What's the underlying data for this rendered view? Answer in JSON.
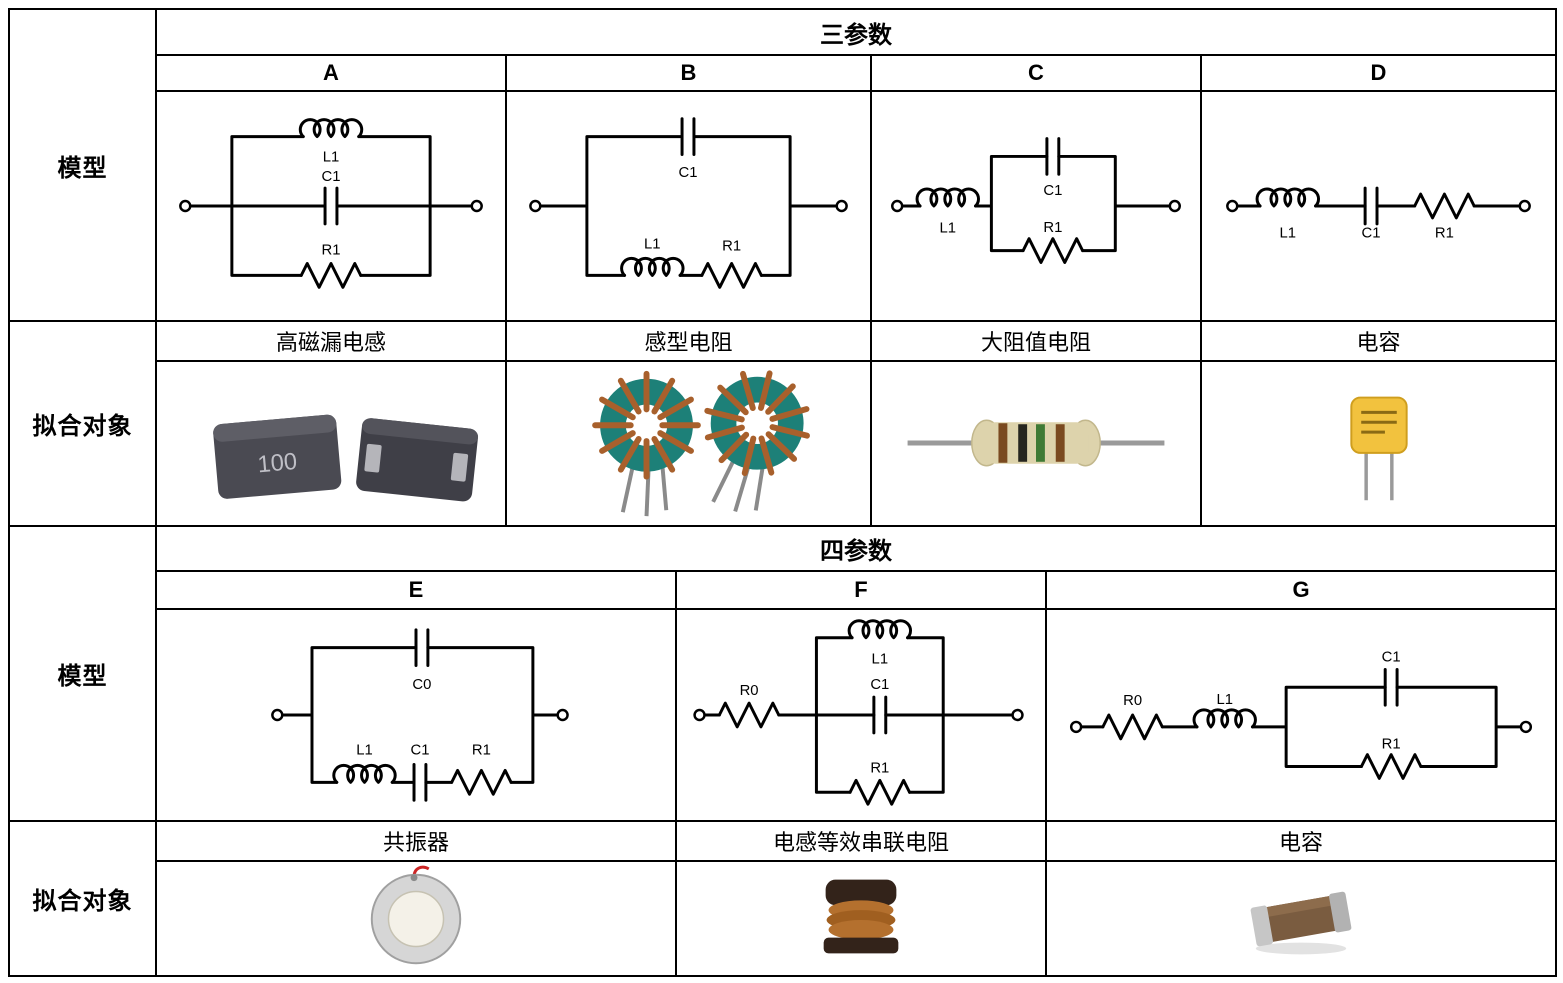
{
  "sections": {
    "three": {
      "title": "三参数",
      "row_model": "模型",
      "row_fit": "拟合对象",
      "cols": {
        "A": {
          "letter": "A",
          "object": "高磁漏电感",
          "L1": "L1",
          "C1": "C1",
          "R1": "R1"
        },
        "B": {
          "letter": "B",
          "object": "感型电阻",
          "C1": "C1",
          "L1": "L1",
          "R1": "R1"
        },
        "C": {
          "letter": "C",
          "object": "大阻值电阻",
          "L1": "L1",
          "C1": "C1",
          "R1": "R1"
        },
        "D": {
          "letter": "D",
          "object": "电容",
          "L1": "L1",
          "C1": "C1",
          "R1": "R1"
        }
      }
    },
    "four": {
      "title": "四参数",
      "row_model": "模型",
      "row_fit": "拟合对象",
      "cols": {
        "E": {
          "letter": "E",
          "object": "共振器",
          "C0": "C0",
          "L1": "L1",
          "C1": "C1",
          "R1": "R1"
        },
        "F": {
          "letter": "F",
          "object": "电感等效串联电阻",
          "R0": "R0",
          "L1": "L1",
          "C1": "C1",
          "R1": "R1"
        },
        "G": {
          "letter": "G",
          "object": "电容",
          "R0": "R0",
          "L1": "L1",
          "C1": "C1",
          "R1": "R1"
        }
      }
    }
  },
  "photos": {
    "power_inductor_marking": "100"
  },
  "palette": {
    "line": "#000000",
    "toroid_core": "#1d8078",
    "copper": "#a8602c",
    "resistor_body": "#ddd3ac",
    "film_cap_yellow": "#f2c23e",
    "piezo_ring": "#d6d6d6",
    "mlcc_body": "#7a5c40",
    "inductor_block": "#4a4a52"
  }
}
